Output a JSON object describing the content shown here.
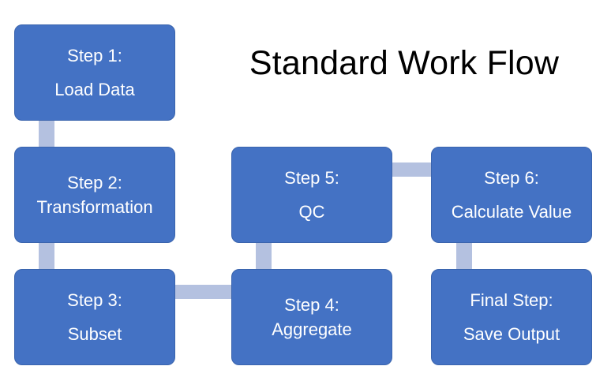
{
  "title": "Standard Work Flow",
  "colors": {
    "box_fill": "#4472c4",
    "box_text": "#ffffff",
    "connector": "#b4c1e0",
    "title_text": "#000000"
  },
  "steps": [
    {
      "line1": "Step 1:",
      "line2": "Load Data"
    },
    {
      "line1": "Step 2:",
      "line2": "Transformation"
    },
    {
      "line1": "Step 3:",
      "line2": "Subset"
    },
    {
      "line1": "Step 4:",
      "line2": "Aggregate"
    },
    {
      "line1": "Step 5:",
      "line2": "QC"
    },
    {
      "line1": "Step 6:",
      "line2": "Calculate Value"
    },
    {
      "line1": "Final Step:",
      "line2": "Save Output"
    }
  ]
}
